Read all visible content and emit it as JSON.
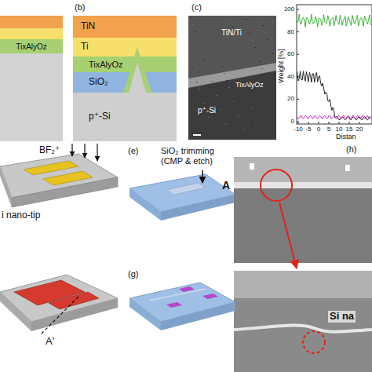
{
  "diagram": {
    "nodes": [
      {
        "text": [
          "TixAlyOz"
        ]
      },
      {
        "text": [
          "TiN"
        ]
      },
      {
        "text": [
          "Ti"
        ]
      },
      {
        "text": [
          "TixAlyOz"
        ]
      },
      {
        "text": [
          "SiO₂"
        ]
      },
      {
        "text": [
          "p⁺-Si"
        ]
      }
    ],
    "labels": [
      "(b)",
      "(c)",
      "TiN/Ti",
      "TixAlyOz",
      "p⁺-Si",
      "100",
      "80",
      "60",
      "40",
      "20",
      "0",
      "-10",
      "-5",
      "0",
      "5",
      "10",
      "15",
      "20",
      "Weight [%]",
      "Distan",
      "BF₂⁺",
      "i nano-tip",
      "(e)",
      "SiO₂ trimming (CMP & etch)",
      "(h)",
      "A",
      "Si na",
      "A'",
      "(g)"
    ]
  }
}
